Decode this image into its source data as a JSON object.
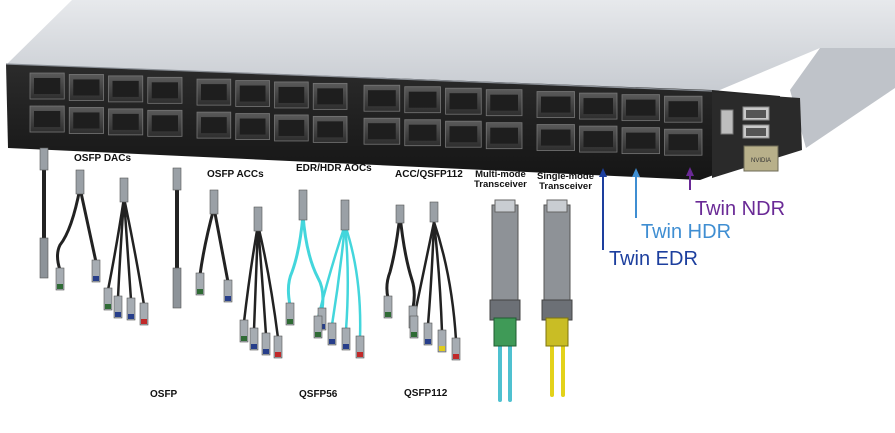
{
  "labels": {
    "osfp_dacs": "OSFP DACs",
    "osfp_accs": "OSFP ACCs",
    "edr_hdr_aocs": "EDR/HDR AOCs",
    "acc_qsfp112": "ACC/QSFP112",
    "multimode_line1": "Multi-mode",
    "multimode_line2": "Transceiver",
    "singlemode_line1": "Single-mode",
    "singlemode_line2": "Transceiver",
    "osfp": "OSFP",
    "qsfp56": "QSFP56",
    "qsfp112": "QSFP112"
  },
  "twin": [
    {
      "label": "Twin NDR",
      "color": "#6a2a96"
    },
    {
      "label": "Twin HDR",
      "color": "#3f8ed2"
    },
    {
      "label": "Twin EDR",
      "color": "#1d3f9e"
    }
  ],
  "colors": {
    "switch_body": "#1c1c1c",
    "switch_lid": "#d6d9de",
    "aoc_cable": "#43d6dc",
    "mm_cable": "#4fc1d0",
    "sm_cable": "#e3d21a"
  },
  "icons": {
    "switch": "switch-chassis-image",
    "watermark": "chaoqing-watermark"
  }
}
